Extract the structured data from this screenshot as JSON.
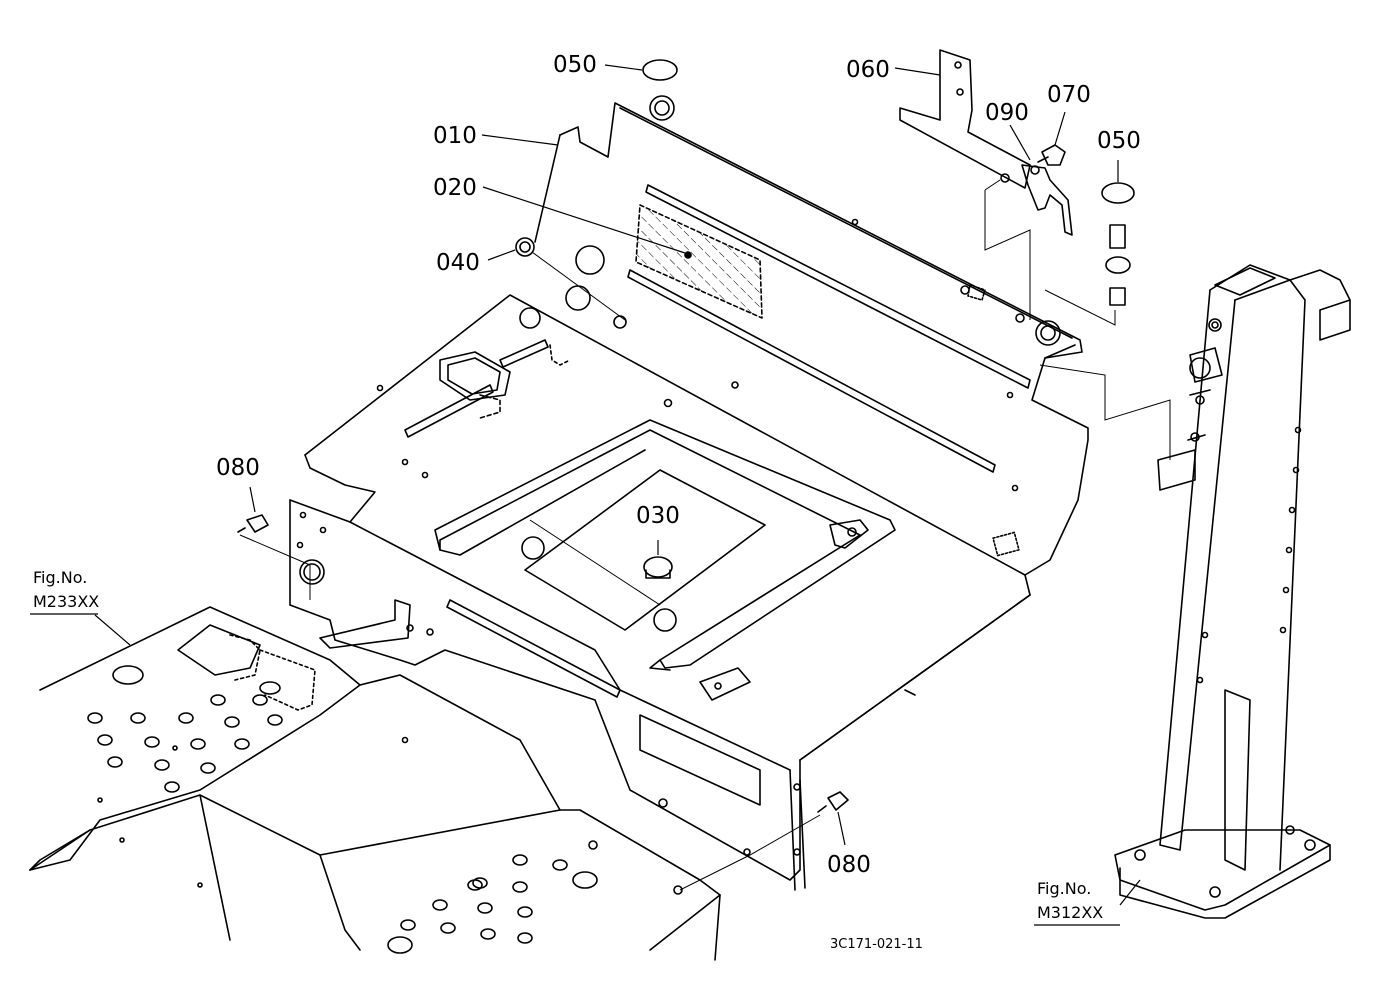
{
  "callouts": [
    {
      "id": "p050a",
      "text": "050"
    },
    {
      "id": "p010",
      "text": "010"
    },
    {
      "id": "p020",
      "text": "020"
    },
    {
      "id": "p040",
      "text": "040"
    },
    {
      "id": "p060",
      "text": "060"
    },
    {
      "id": "p090",
      "text": "090"
    },
    {
      "id": "p070",
      "text": "070"
    },
    {
      "id": "p050b",
      "text": "050"
    },
    {
      "id": "p080a",
      "text": "080"
    },
    {
      "id": "p030",
      "text": "030"
    },
    {
      "id": "p080b",
      "text": "080"
    }
  ],
  "references": [
    {
      "prefix": "Fig.No.",
      "code": "M233XX"
    },
    {
      "prefix": "Fig.No.",
      "code": "M312XX"
    }
  ],
  "drawing_number": "3C171-021-11"
}
